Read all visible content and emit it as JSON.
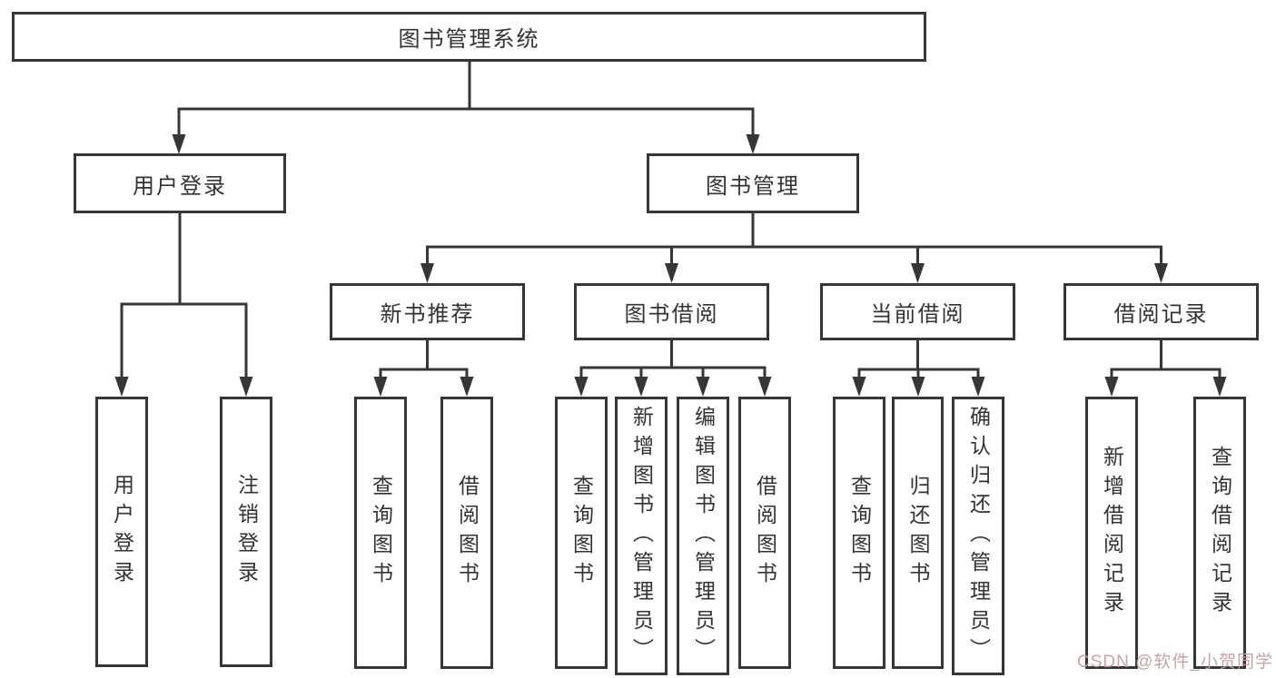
{
  "root": {
    "label": "图书管理系统"
  },
  "tree": {
    "user_login": {
      "label": "用户登录",
      "children": [
        {
          "label": "用户登录"
        },
        {
          "label": "注销登录"
        }
      ]
    },
    "book_mgmt": {
      "label": "图书管理",
      "children": [
        {
          "label": "新书推荐",
          "children": [
            {
              "label": "查询图书"
            },
            {
              "label": "借阅图书"
            }
          ]
        },
        {
          "label": "图书借阅",
          "children": [
            {
              "label": "查询图书"
            },
            {
              "label": "新增图书（管理员）"
            },
            {
              "label": "编辑图书（管理员）"
            },
            {
              "label": "借阅图书"
            }
          ]
        },
        {
          "label": "当前借阅",
          "children": [
            {
              "label": "查询图书"
            },
            {
              "label": "归还图书"
            },
            {
              "label": "确认归还（管理员）"
            }
          ]
        },
        {
          "label": "借阅记录",
          "children": [
            {
              "label": "新增借阅记录"
            },
            {
              "label": "查询借阅记录"
            }
          ]
        }
      ]
    }
  },
  "watermark": {
    "text": "CSDN @软件_小贺同学",
    "color": "#c69e9e"
  },
  "colors": {
    "line": "#363636",
    "box_border": "#363636",
    "text": "#333333",
    "background": "#ffffff"
  }
}
